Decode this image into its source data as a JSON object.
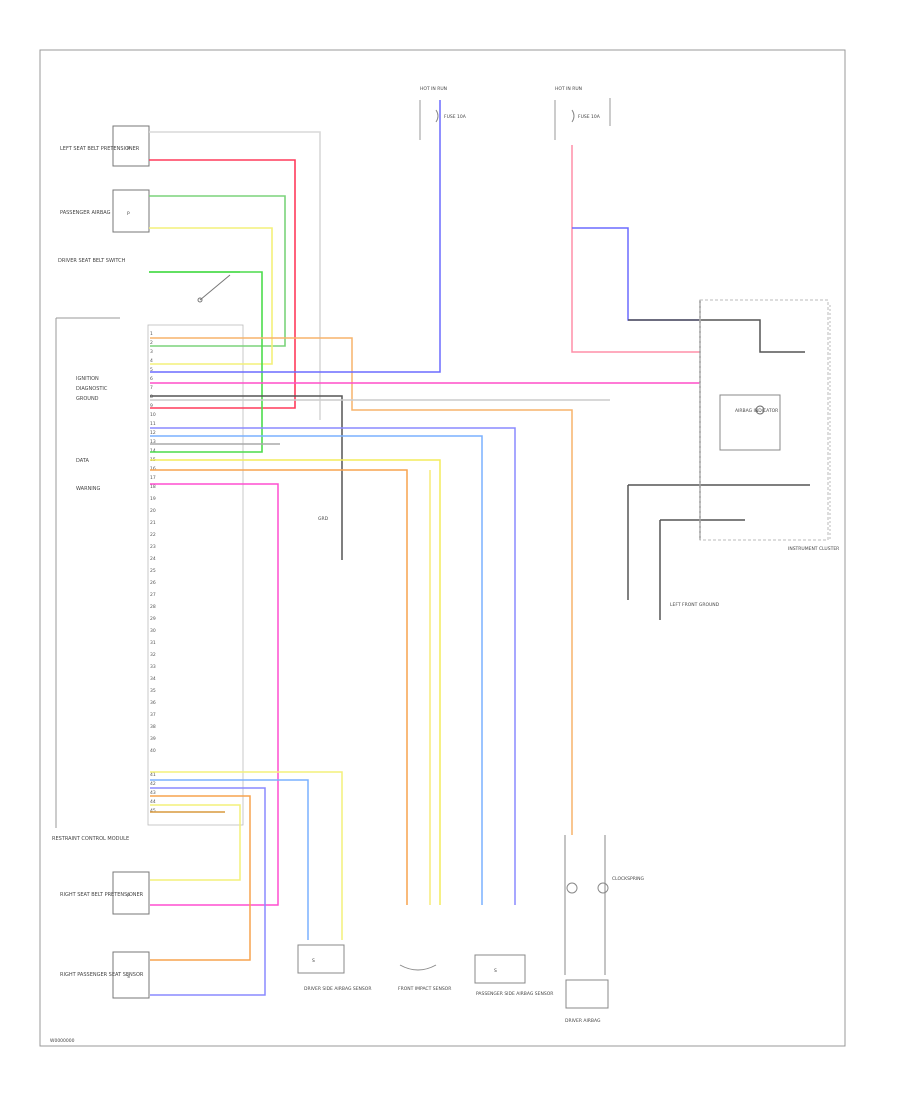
{
  "labels": {
    "hot_fuse_left": "HOT IN RUN",
    "hot_fuse_right": "HOT IN RUN",
    "fuse_left": "FUSE 10A",
    "fuse_right": "FUSE 10A",
    "left_seatbelt_pretensioner": "LEFT SEAT BELT PRETENSIONER",
    "passenger_airbag": "PASSENGER AIRBAG",
    "seatbelt_switch": "DRIVER SEAT BELT SWITCH",
    "module_ignition": "IGNITION",
    "module_diag": "DIAGNOSTIC",
    "module_ground": "GROUND",
    "module_data": "DATA",
    "module_warning": "WARNING",
    "controller": "RESTRAINT CONTROL MODULE",
    "right_seatbelt_pretensioner": "RIGHT SEAT BELT PRETENSIONER",
    "right_passenger_sensor": "RIGHT PASSENGER SEAT SENSOR",
    "driver_side_sensor": "DRIVER SIDE AIRBAG SENSOR",
    "front_impact_sensor": "FRONT IMPACT SENSOR",
    "passenger_side_sensor": "PASSENGER SIDE AIRBAG SENSOR",
    "clockspring": "CLOCKSPRING",
    "driver_airbag": "DRIVER AIRBAG",
    "instrument_cluster": "INSTRUMENT CLUSTER",
    "airbag_indicator": "AIRBAG INDICATOR",
    "left_ground": "LEFT FRONT GROUND",
    "ground_wire": "GRD",
    "footer": "W0000000"
  }
}
